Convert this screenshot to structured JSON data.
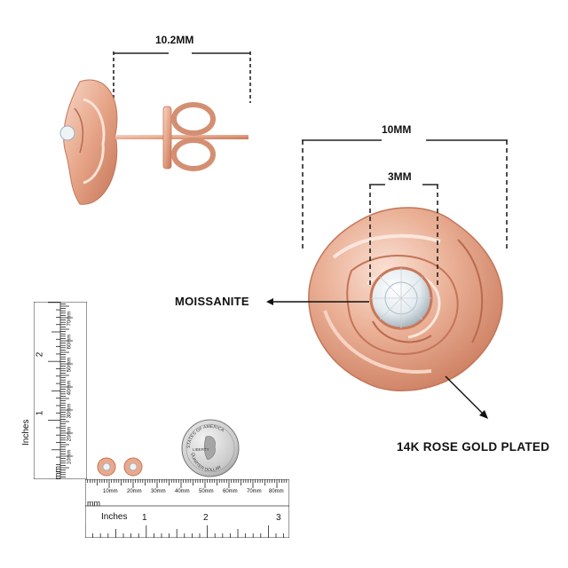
{
  "dimensions": {
    "side_width": "10.2MM",
    "front_width": "10MM",
    "stone_width": "3MM"
  },
  "labels": {
    "stone": "MOISSANITE",
    "material": "14K ROSE GOLD PLATED"
  },
  "ruler_vertical": {
    "unit_label_inches": "Inches",
    "unit_label_mm": "mm",
    "inch_ticks": [
      "1",
      "2"
    ],
    "mm_ticks": [
      "10mm",
      "20mm",
      "30mm",
      "40mm",
      "50mm",
      "60mm",
      "70mm"
    ]
  },
  "ruler_horizontal": {
    "unit_label_mm": "mm",
    "unit_label_inches": "Inches",
    "mm_ticks": [
      "10mm",
      "20mm",
      "30mm",
      "40mm",
      "50mm",
      "60mm",
      "70mm",
      "80mm"
    ],
    "inch_ticks": [
      "1",
      "2",
      "3"
    ]
  },
  "coin": {
    "top_text": "STATES OF AMERICA",
    "motto": "LIBERTY",
    "bottom_text": "QUARTER DOLLAR"
  },
  "colors": {
    "rose_gold": "#e8a98c",
    "rose_gold_dark": "#c97a5c",
    "rose_gold_light": "#f6d3c2"
  }
}
